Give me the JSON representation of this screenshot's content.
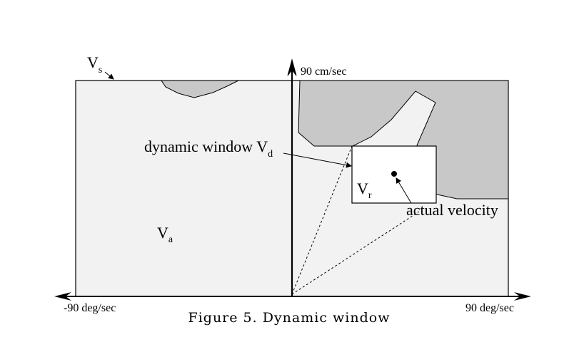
{
  "labels": {
    "vs_main": "V",
    "vs_sub": "s",
    "va_main": "V",
    "va_sub": "a",
    "vr_main": "V",
    "vr_sub": "r",
    "dynamic_window_text": "dynamic window V",
    "dynamic_window_sub": "d",
    "actual_velocity": "actual velocity",
    "y_axis_top": "90 cm/sec",
    "x_axis_left": "-90 deg/sec",
    "x_axis_right": "90 deg/sec"
  },
  "caption": "Figure 5. Dynamic window",
  "colors": {
    "region_fill": "#f2f2f2",
    "obstacle_fill": "#c8c8c8",
    "window_fill": "#ffffff",
    "ink": "#000000"
  }
}
